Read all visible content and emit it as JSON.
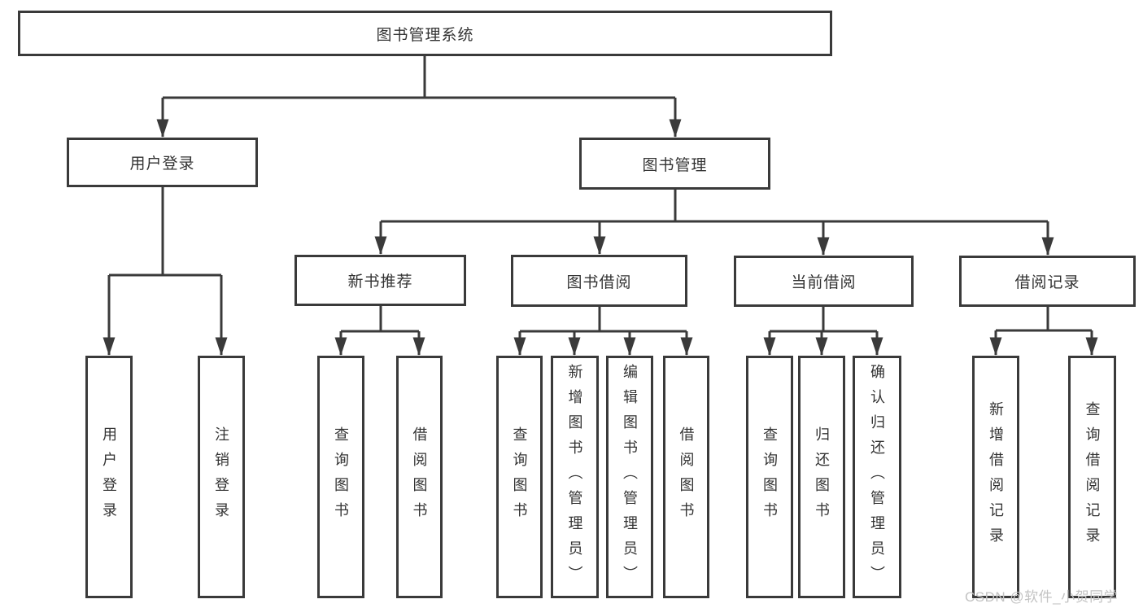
{
  "diagram": {
    "title": "图书管理系统",
    "watermark": "CSDN @软件_小贺同学",
    "colors": {
      "line": "#3a3a3a",
      "box_border": "#3a3a3a",
      "text": "#333333",
      "watermark": "#c3c3c3",
      "background": "#ffffff"
    },
    "tree": {
      "label": "图书管理系统",
      "children": [
        {
          "label": "用户登录",
          "children": [
            {
              "label": "用户登录"
            },
            {
              "label": "注销登录"
            }
          ]
        },
        {
          "label": "图书管理",
          "children": [
            {
              "label": "新书推荐",
              "children": [
                {
                  "label": "查询图书"
                },
                {
                  "label": "借阅图书"
                }
              ]
            },
            {
              "label": "图书借阅",
              "children": [
                {
                  "label": "查询图书"
                },
                {
                  "label": "新增图书（管理员）"
                },
                {
                  "label": "编辑图书（管理员）"
                },
                {
                  "label": "借阅图书"
                }
              ]
            },
            {
              "label": "当前借阅",
              "children": [
                {
                  "label": "查询图书"
                },
                {
                  "label": "归还图书"
                },
                {
                  "label": "确认归还（管理员）"
                }
              ]
            },
            {
              "label": "借阅记录",
              "children": [
                {
                  "label": "新增借阅记录"
                },
                {
                  "label": "查询借阅记录"
                }
              ]
            }
          ]
        }
      ]
    }
  }
}
